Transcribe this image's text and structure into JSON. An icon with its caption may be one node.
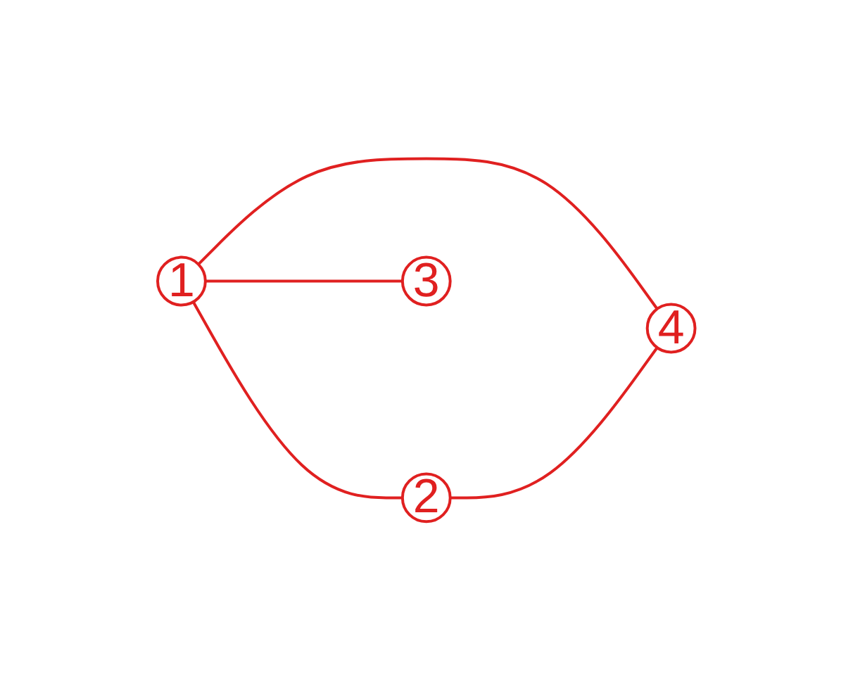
{
  "diagram": {
    "nodes": [
      {
        "text": [
          "1"
        ]
      },
      {
        "text": [
          "2"
        ]
      },
      {
        "text": [
          "3"
        ]
      },
      {
        "text": [
          "4"
        ]
      }
    ],
    "edges": [
      {
        "from": 0,
        "to": 1,
        "arrow": "none"
      },
      {
        "from": 0,
        "to": 2,
        "arrow": "none"
      },
      {
        "from": 0,
        "to": 3,
        "arrow": "none"
      },
      {
        "from": 1,
        "to": 3,
        "arrow": "none"
      }
    ]
  }
}
